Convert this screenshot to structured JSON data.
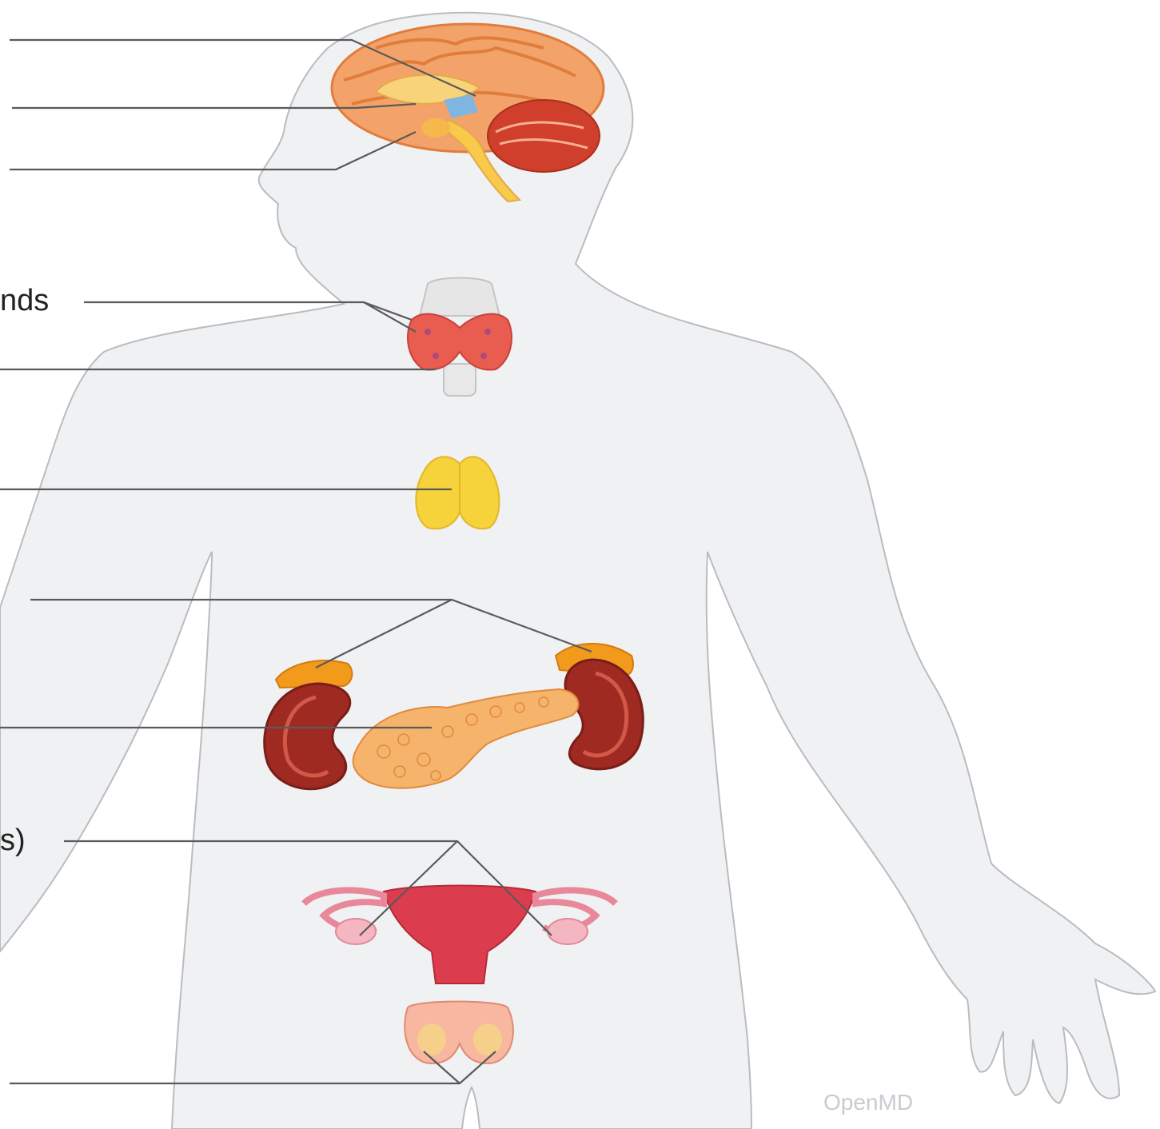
{
  "labels": {
    "parathyroid": "nds",
    "reproductive": "s)"
  },
  "watermark": "OpenMD",
  "colors": {
    "body_fill": "#f0f1f3",
    "body_outline": "#b9bcc0",
    "brain": "#f3a36a",
    "cerebellum": "#cf3f2b",
    "thyroid": "#e85d4f",
    "thymus": "#f6d33a",
    "adrenal": "#f29a1c",
    "kidney": "#9e2a22",
    "pancreas": "#f5b36b",
    "uterus": "#dc3d4e",
    "testes": "#f7b7a0"
  }
}
